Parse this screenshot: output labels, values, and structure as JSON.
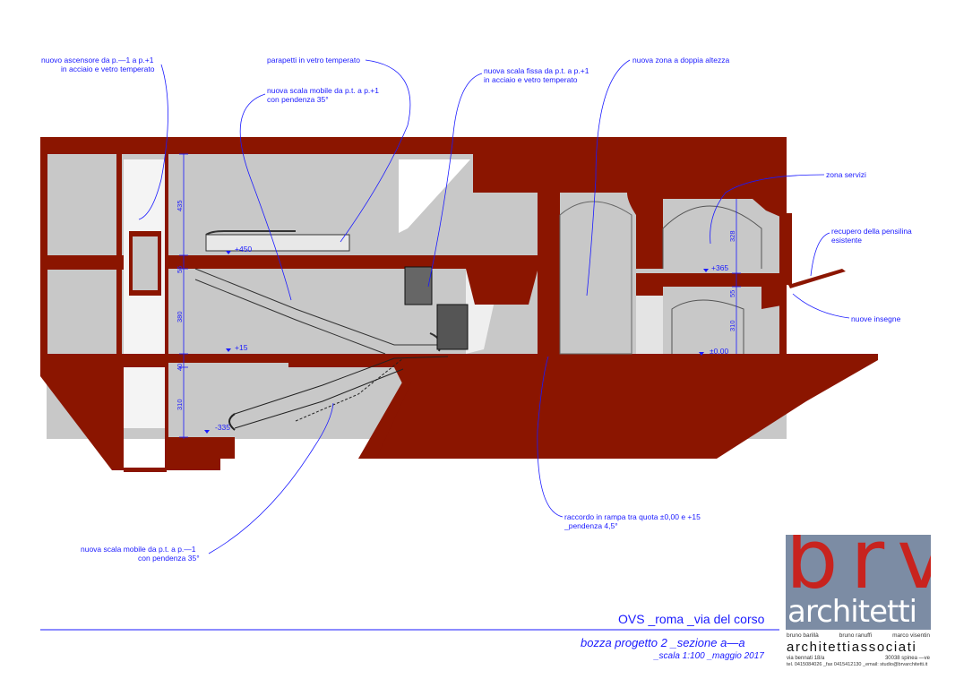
{
  "annotations": {
    "elevator": [
      "nuovo ascensore da p.—1 a p.+1",
      "in acciaio e vetro temperato"
    ],
    "parapets": [
      "parapetti in vetro temperato"
    ],
    "escalator_up": [
      "nuova scala mobile da p.t. a p.+1",
      "con pendenza 35°"
    ],
    "stair": [
      "nuova scala fissa da p.t. a p.+1",
      "in acciaio e vetro temperato"
    ],
    "double_height": [
      "nuova zona a doppia altezza"
    ],
    "services": [
      "zona servizi"
    ],
    "canopy": [
      "recupero della pensilina",
      "esistente"
    ],
    "signs": [
      "nuove insegne"
    ],
    "ramp": [
      "raccordo in rampa tra quota ±0,00 e +15",
      "_pendenza 4,5°"
    ],
    "escalator_down": [
      "nuova scala mobile da p.t. a p.—1",
      "con pendenza 35°"
    ]
  },
  "levels": {
    "l450": "+450",
    "l15": "+15",
    "lm335": "-335",
    "l365": "+365",
    "l000": "±0,00"
  },
  "dimensions": {
    "d435": "435",
    "d55a": "55",
    "d380": "380",
    "d40": "40",
    "d310a": "310",
    "d328": "328",
    "d55b": "55",
    "d310b": "310"
  },
  "title": {
    "project": "OVS _roma _via del corso",
    "draft": "bozza progetto 2   _sezione a—a",
    "scale": "_scala 1:100 _maggio 2017"
  },
  "logo": {
    "letters": "brv",
    "word": "architetti",
    "names": [
      "bruno barillà",
      "bruno ranuffi",
      "marco visentin"
    ],
    "studio": "architettiassociati",
    "address": [
      "via bennati 18/a",
      "30038 spinea —ve"
    ],
    "contact": "tel. 0415084026 _fax 0415412130 _email: studio@brvarchitetti.it"
  },
  "colors": {
    "structure": "#8b1500",
    "interior": "#c8c8c8",
    "annotation": "#1a1aff",
    "logo_bg": "#7c8ca4",
    "logo_red": "#c8231e"
  }
}
